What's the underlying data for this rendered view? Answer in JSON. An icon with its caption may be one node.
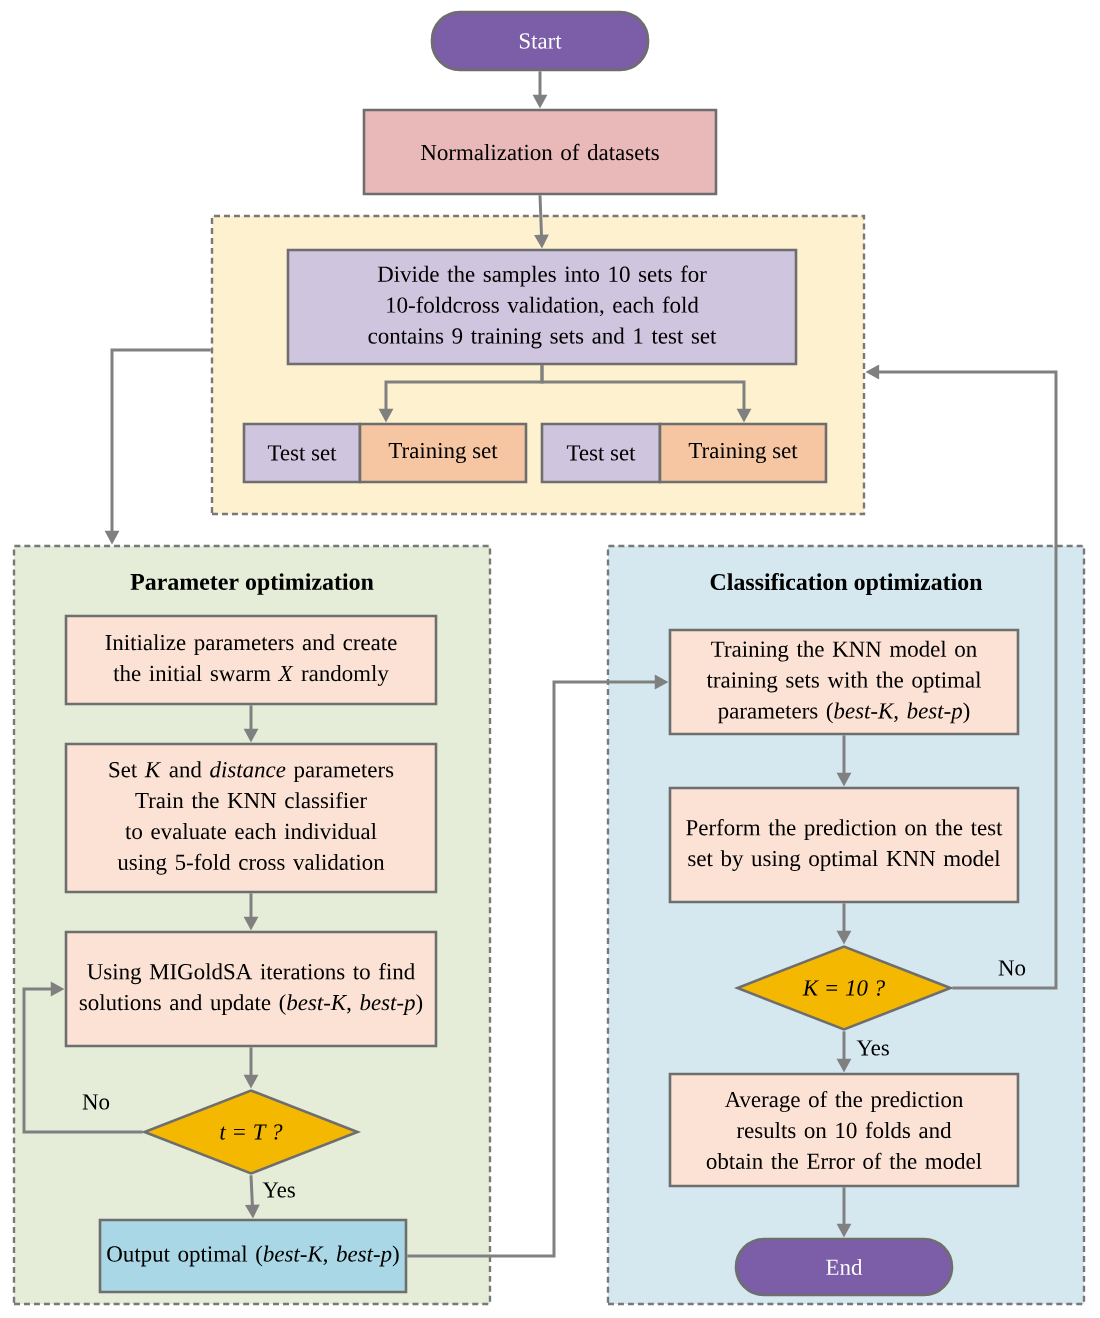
{
  "diagram": {
    "nodes": [
      {
        "text": [
          "Start"
        ]
      },
      {
        "text": [
          "Normalization of datasets"
        ]
      },
      {
        "text": [],
        "shape": "box"
      },
      {
        "text": [
          "Divide the samples into 10 sets for 10-foldcross validation, each fold contains 9 training sets and 1 test set"
        ],
        "in": 2
      },
      {
        "text": [
          "Test set"
        ],
        "in": 2
      },
      {
        "text": [
          "Training set"
        ],
        "in": 2
      },
      {
        "text": [
          "Test set"
        ],
        "in": 2
      },
      {
        "text": [
          "Training set"
        ],
        "in": 2
      },
      {
        "text": [
          "Parameter optimization"
        ]
      },
      {
        "text": [
          "Initialize parameters and create the initial swarm *X* randomly"
        ],
        "in": 8
      },
      {
        "text": [
          "Set *K* and  *distance* parameters Train the KNN classifier to evaluate each individual  using 5-fold cross validation"
        ],
        "in": 8
      },
      {
        "text": [
          "Using MIGoldSA iterations to find solutions and update (*best-K*, *best-p*)"
        ],
        "in": 8
      },
      {
        "text": [
          "t = T ?"
        ],
        "in": 8
      },
      {
        "text": [
          "Output optimal (*best-K*, *best-p*)"
        ],
        "in": 8
      },
      {
        "text": [
          "Classification optimization"
        ]
      },
      {
        "text": [
          "Training the KNN model on training sets with the optimal parameters (*best-K*, *best-p*)"
        ],
        "in": 14
      },
      {
        "text": [
          "Perform the prediction on the test set by using optimal KNN model"
        ],
        "in": 14
      },
      {
        "text": [
          "K = 10 ?"
        ],
        "in": 14
      },
      {
        "text": [
          "Average of the prediction results on 10 folds and obtain the Error of the model"
        ],
        "in": 14
      },
      {
        "text": [
          "End"
        ],
        "in": 14
      }
    ],
    "edges": [
      {
        "from": 0,
        "to": 1,
        "arrow": "to"
      },
      {
        "from": 1,
        "to": 3,
        "arrow": "to"
      },
      {
        "from": 3,
        "to": 5,
        "arrow": "to"
      },
      {
        "from": 3,
        "to": 7,
        "arrow": "to"
      },
      {
        "from": 2,
        "to": 8,
        "arrow": "to"
      },
      {
        "from": 9,
        "to": 10,
        "arrow": "to"
      },
      {
        "from": 10,
        "to": 11,
        "arrow": "to"
      },
      {
        "from": 11,
        "to": 12,
        "arrow": "to"
      },
      {
        "from": 12,
        "to": 11,
        "arrow": "to",
        "label": "No"
      },
      {
        "from": 12,
        "to": 13,
        "arrow": "to",
        "label": "Yes"
      },
      {
        "from": 13,
        "to": 15,
        "arrow": "to"
      },
      {
        "from": 15,
        "to": 16,
        "arrow": "to"
      },
      {
        "from": 16,
        "to": 17,
        "arrow": "to"
      },
      {
        "from": 17,
        "to": 18,
        "arrow": "to",
        "label": "Yes"
      },
      {
        "from": 18,
        "to": 19,
        "arrow": "to"
      },
      {
        "from": 17,
        "to": 2,
        "arrow": "to",
        "label": "No"
      }
    ]
  }
}
